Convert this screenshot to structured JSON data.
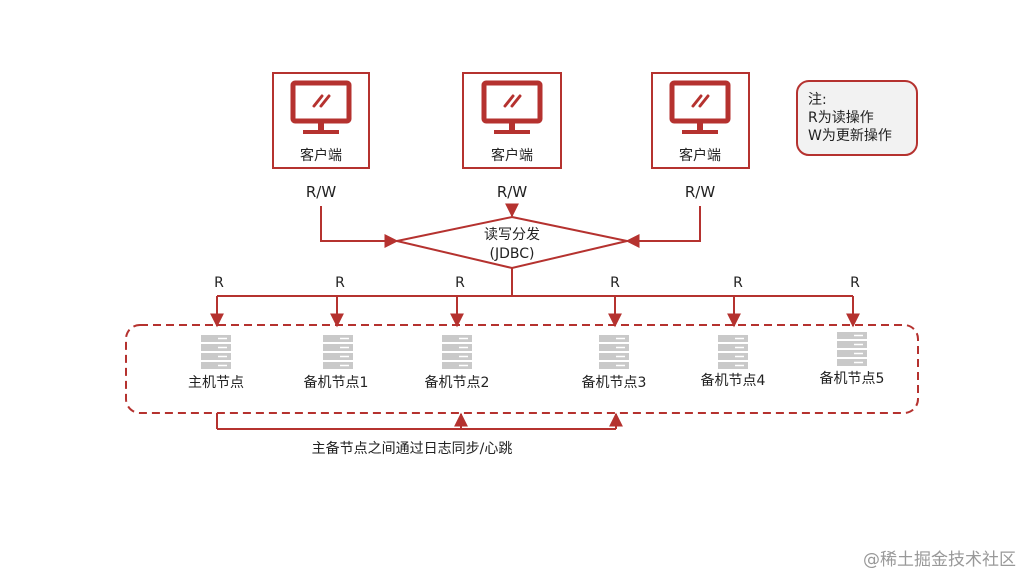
{
  "colors": {
    "accent": "#b5322f",
    "server": "#c9c9c9",
    "note_bg": "#f2f2f2",
    "text": "#222222",
    "watermark": "#999999"
  },
  "clients": [
    {
      "label": "客户端",
      "link_label": "R/W",
      "icon": "monitor-icon"
    },
    {
      "label": "客户端",
      "link_label": "R/W",
      "icon": "monitor-icon"
    },
    {
      "label": "客户端",
      "link_label": "R/W",
      "icon": "monitor-icon"
    }
  ],
  "router": {
    "line1": "读写分发",
    "line2": "(JDBC)"
  },
  "read_label": "R",
  "nodes": [
    {
      "label": "主机节点",
      "icon": "server-icon"
    },
    {
      "label": "备机节点1",
      "icon": "server-icon"
    },
    {
      "label": "备机节点2",
      "icon": "server-icon"
    },
    {
      "label": "备机节点3",
      "icon": "server-icon"
    },
    {
      "label": "备机节点4",
      "icon": "server-icon"
    },
    {
      "label": "备机节点5",
      "icon": "server-icon"
    }
  ],
  "sync_label": "主备节点之间通过日志同步/心跳",
  "note": {
    "title": "注:",
    "line1": "R为读操作",
    "line2": "W为更新操作"
  },
  "watermark": "@稀土掘金技术社区"
}
